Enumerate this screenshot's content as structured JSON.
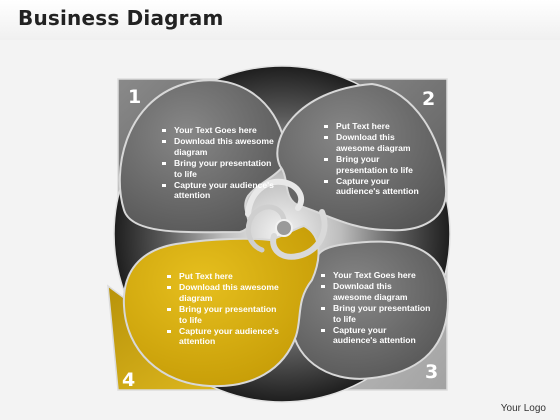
{
  "title": "Business Diagram",
  "logo_text": "Your Logo",
  "colors": {
    "gray_dark": "#4a4a4a",
    "gray_mid": "#7d7d7d",
    "gray_light": "#b9b9b9",
    "yellow": "#d6ad0a",
    "yellow_dark": "#9f7f00"
  },
  "quadrants": [
    {
      "number": "1",
      "bullets": [
        "Your Text Goes here",
        "Download this awesome diagram",
        "Bring your presentation to life",
        "Capture your audience's attention"
      ]
    },
    {
      "number": "2",
      "bullets": [
        "Put Text here",
        "Download this awesome diagram",
        "Bring your presentation to life",
        "Capture your audience's attention"
      ]
    },
    {
      "number": "3",
      "bullets": [
        "Your Text Goes here",
        "Download this awesome diagram",
        "Bring your presentation to life",
        "Capture your audience's attention"
      ]
    },
    {
      "number": "4",
      "bullets": [
        "Put Text here",
        "Download this awesome diagram",
        "Bring your presentation to life",
        "Capture your audience's attention"
      ]
    }
  ]
}
